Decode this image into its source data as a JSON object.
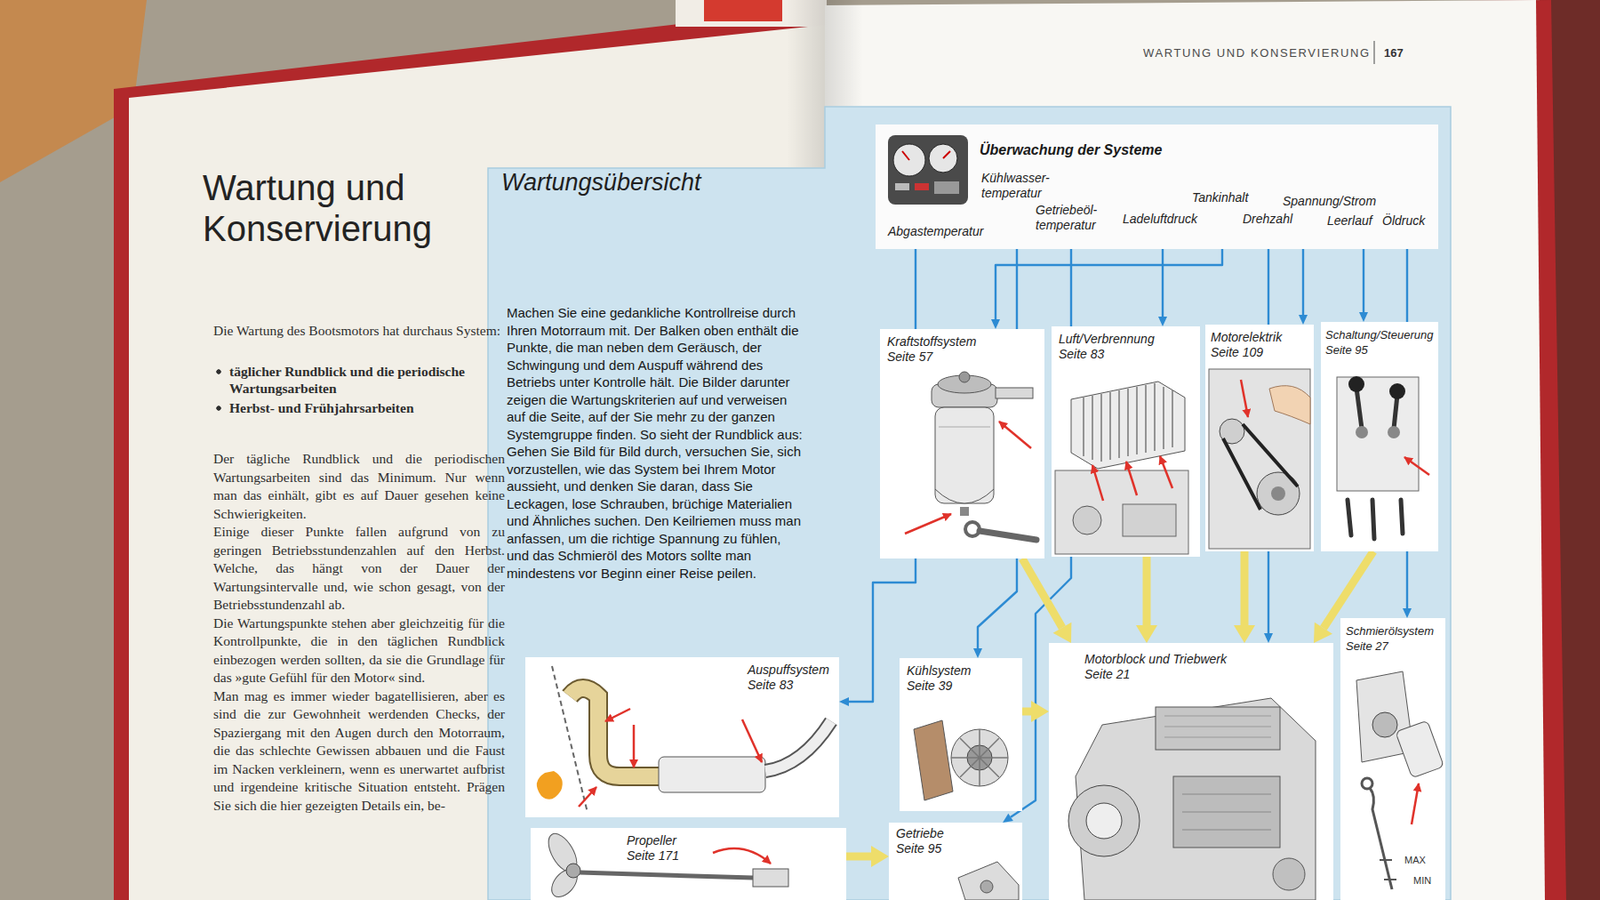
{
  "diagram": {
    "title": "Wartung und Konservierung",
    "nodes": [
      {
        "text": [
          "Wartungsübersicht",
          "Machen Sie eine gedankliche Kontrollreise durch Ihren Motorraum mit. Der Balken oben enthält die Punkte, die man neben dem Geräusch, der Schwingung und dem Auspuff während des Betriebs unter Kontrolle hält. Die Bilder darunter zeigen die Wartungskriterien auf und verweisen auf die Seite, auf der Sie mehr zu der ganzen Systemgruppe finden. So sieht der Rundblick aus: Gehen Sie Bild für Bild durch, versuchen Sie, sich vorzustellen, wie das System bei Ihrem Motor aussieht, und denken Sie daran, dass Sie Leckagen, lose Schrauben, brüchige Materialien und Ähnliches suchen. Den Keilriemen muss man anfassen, um die richtige Spannung zu fühlen, und das Schmieröl des Motors sollte man mindestens vor Beginn einer Reise peilen."
        ]
      },
      {
        "text": [
          "Überwachung der Systeme",
          "Abgastemperatur",
          "Kühlwasser- temperatur",
          "Getriebeöl- temperatur",
          "Ladeluftdruck",
          "Tankinhalt",
          "Drehzahl",
          "Spannung/Strom",
          "Leerlauf",
          "Öldruck"
        ],
        "in": 0
      },
      {
        "text": [
          "Kraftstoffsystem",
          "Seite 57"
        ],
        "in": 0
      },
      {
        "text": [
          "Luft/Verbrennung",
          "Seite 83"
        ],
        "in": 0
      },
      {
        "text": [
          "Motorelektrik",
          "Seite 109"
        ],
        "in": 0
      },
      {
        "text": [
          "Schaltung/Steuerung",
          "Seite 95"
        ],
        "in": 0
      },
      {
        "text": [
          "Auspuffsystem",
          "Seite 83"
        ],
        "in": 0
      },
      {
        "text": [
          "Kühlsystem",
          "Seite 39"
        ],
        "in": 0
      },
      {
        "text": [
          "Motorblock und Triebwerk",
          "Seite 21"
        ],
        "in": 0
      },
      {
        "text": [
          "Schmierölsystem",
          "Seite 27"
        ],
        "in": 0
      },
      {
        "text": [
          "Propeller",
          "Seite 171"
        ],
        "in": 0
      },
      {
        "text": [
          "Getriebe",
          "Seite 95"
        ],
        "in": 0
      }
    ],
    "edges": [
      {
        "from": 1,
        "to": 2,
        "arrow": "to"
      },
      {
        "from": 1,
        "to": 3,
        "arrow": "to"
      },
      {
        "from": 1,
        "to": 4,
        "arrow": "to"
      },
      {
        "from": 1,
        "to": 5,
        "arrow": "to"
      },
      {
        "from": 1,
        "to": 6,
        "arrow": "to"
      },
      {
        "from": 1,
        "to": 7,
        "arrow": "to"
      },
      {
        "from": 1,
        "to": 11,
        "arrow": "to"
      },
      {
        "from": 1,
        "to": 8,
        "arrow": "to"
      },
      {
        "from": 1,
        "to": 9,
        "arrow": "to"
      },
      {
        "from": 2,
        "to": 8,
        "arrow": "to"
      },
      {
        "from": 3,
        "to": 8,
        "arrow": "to"
      },
      {
        "from": 4,
        "to": 8,
        "arrow": "to"
      },
      {
        "from": 5,
        "to": 8,
        "arrow": "to"
      },
      {
        "from": 7,
        "to": 8,
        "arrow": "to"
      },
      {
        "from": 10,
        "to": 11,
        "arrow": "to"
      }
    ],
    "labels": [
      "WARTUNG UND KONSERVIERUNG",
      "167",
      "Die Wartung des Bootsmotors hat durchaus System:",
      "täglicher Rundblick und die periodische Wartungsarbeiten",
      "Herbst- und Frühjahrsarbeiten",
      "Der tägliche Rundblick und die periodischen Wartungsarbeiten sind das Minimum. Nur wenn man das einhält, gibt es auf Dauer gesehen keine Schwierigkeiten.",
      "Einige dieser Punkte fallen aufgrund von zu geringen Betriebsstundenzahlen auf den Herbst. Welche, das hängt von der Dauer der Wartungsintervalle und, wie schon gesagt, von der Betriebsstundenzahl ab.",
      "Die Wartungspunkte stehen aber gleichzeitig für die Kontrollpunkte, die in den täglichen Rundblick einbezogen werden sollten, da sie die Grundlage für das »gute Gefühl für den Motor« sind.",
      "Man mag es immer wieder bagatellisieren, aber es sind die zur Gewohnheit werdenden Checks, der Spaziergang mit den Augen durch den Motorraum, die das schlechte Gewissen abbauen und die Faust im Nacken verkleinern, wenn es unerwartet aufbrist und irgendeine kritische Situation entsteht. Prägen Sie sich die hier gezeigten Details ein, be-",
      "MAX",
      "MIN"
    ]
  }
}
